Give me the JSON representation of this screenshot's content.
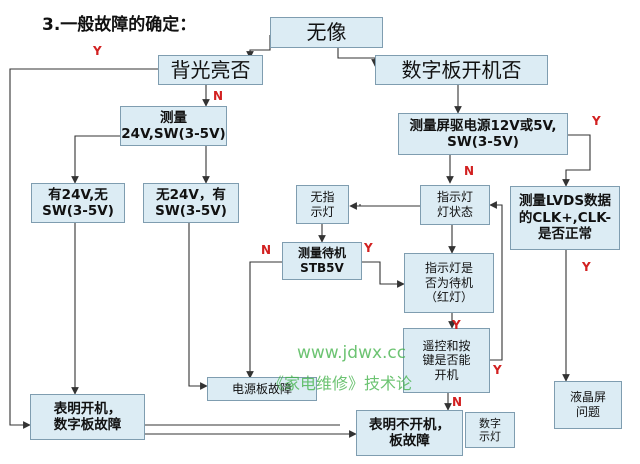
{
  "heading": "3.一般故障的确定：",
  "nodes": {
    "no_image": "无像",
    "backlight": "背光亮否",
    "digital_board": "数字板开机否",
    "measure_24v": "测量\n24V,SW(3-5V)",
    "measure_screen_power": "测量屏驱电源12V或5V,\nSW(3-5V)",
    "has_24v_no_sw": "有24V,无\nSW(3-5V)",
    "no_24v_has_sw": "无24V，有\nSW(3-5V)",
    "no_indicator": "无指\n示灯",
    "indicator_state": "指示灯\n灯状态",
    "measure_lvds": "测量LVDS数据\n的CLK+,CLK-\n是否正常",
    "measure_standby": "测量待机\nSTB5V",
    "indicator_standby": "指示灯是\n否为待机\n（红灯）",
    "remote_keys": "遥控和按\n键是否能\n开机",
    "power_board_fault": "电源板故障",
    "boot_digital_fault": "表明开机，\n数字板故障",
    "no_boot_fault": "表明不开机，\n板故障",
    "display_fault": "液晶屏\n问题",
    "partial_box": "数字\n示灯"
  },
  "labels": {
    "y_top": "Y",
    "n_backlight": "N",
    "y_screen": "Y",
    "n_indicator": "N",
    "n_standby": "N",
    "y_standby": "Y",
    "y_indicator_standby": "Y",
    "y_remote": "Y",
    "n_remote": "N",
    "y_lvds": "Y"
  },
  "watermark": {
    "url": "www.jdwx.cc",
    "name": "《家电维修》技术论"
  },
  "colors": {
    "box_fill": "#dcecf4",
    "box_border": "#7f9db0",
    "label": "#d22020",
    "watermark": "#3cb043"
  }
}
